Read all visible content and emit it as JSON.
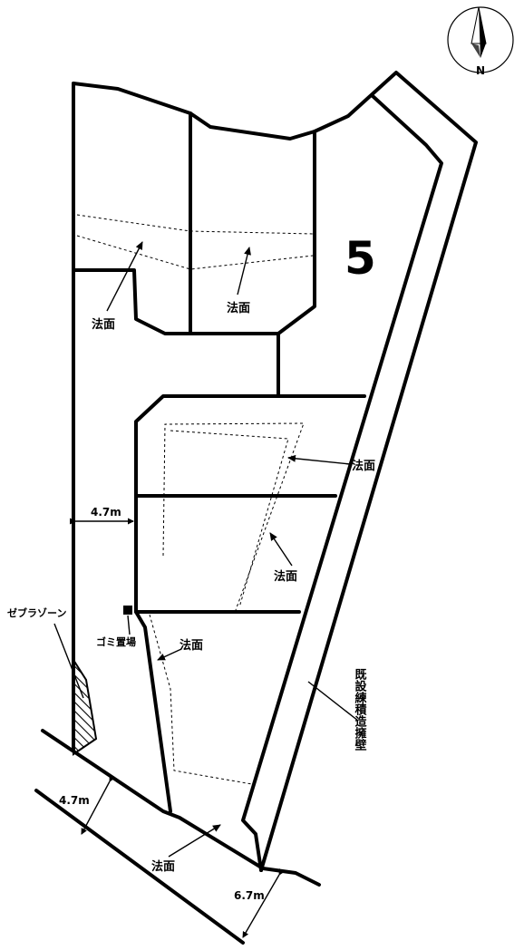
{
  "compass": {
    "north_label": "N"
  },
  "lot_number": "5",
  "labels": {
    "slope": "法面",
    "zebra_zone": "ゼブラゾーン",
    "garbage_area": "ゴミ置場",
    "retaining_wall": "既設練積造擁壁"
  },
  "dimensions": {
    "road_left_width": "4.7m",
    "road_bottom_width": "4.7m",
    "road_bottom_right_width": "6.7m"
  },
  "colors": {
    "ink": "#000000",
    "background": "#ffffff"
  }
}
